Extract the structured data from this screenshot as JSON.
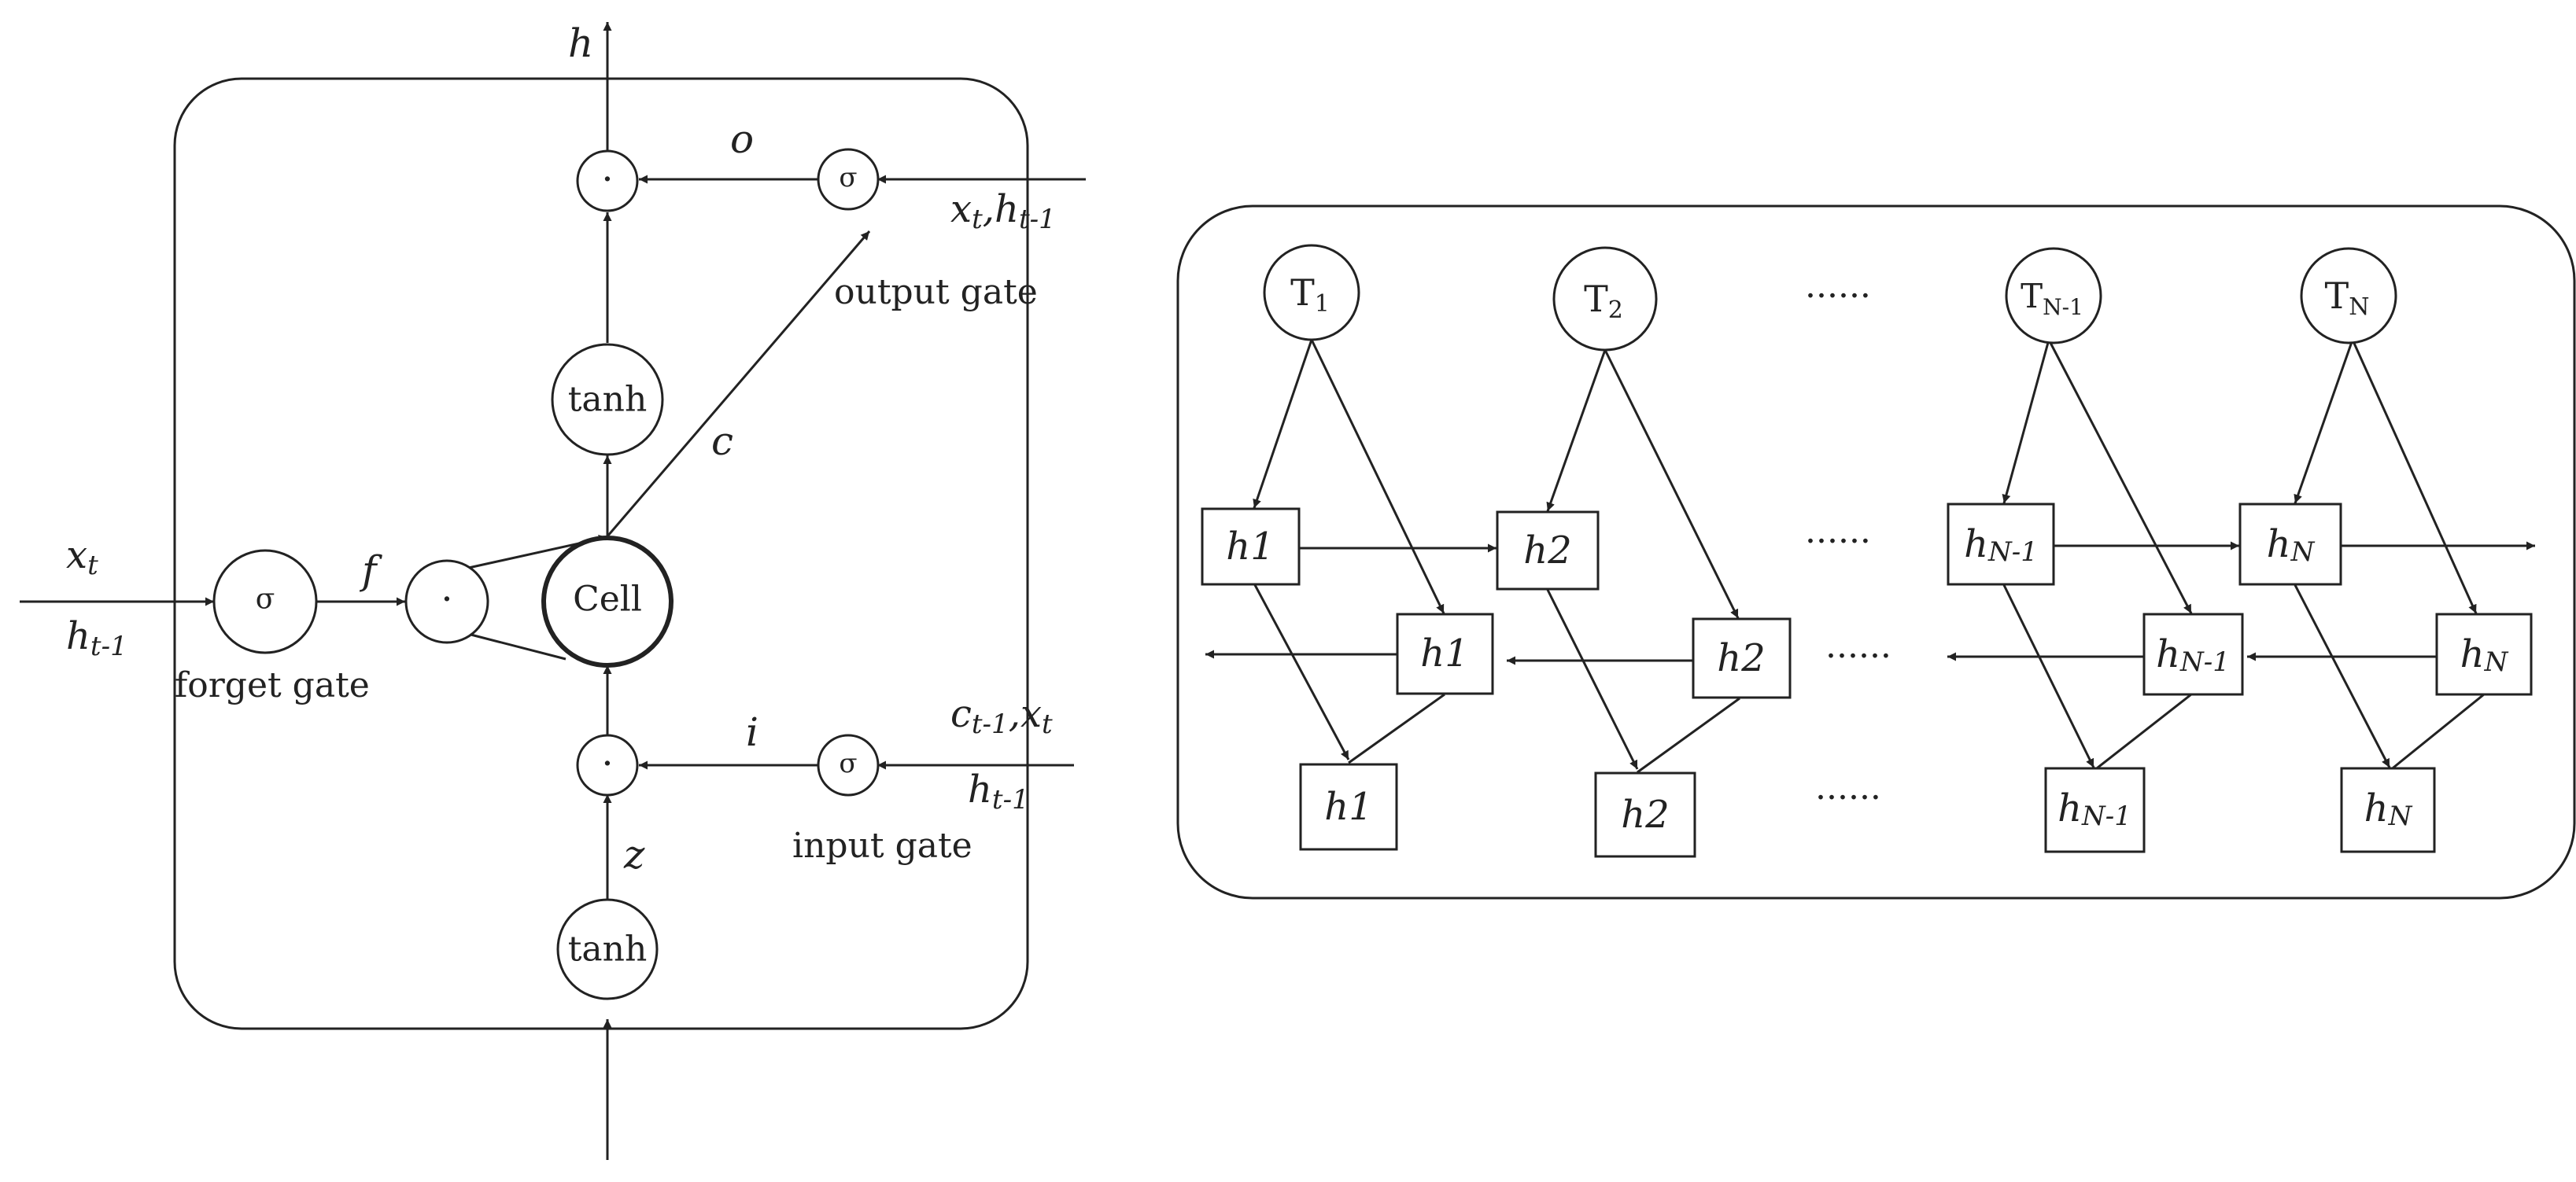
{
  "lstm": {
    "output_h": "h",
    "gate_o": "o",
    "gate_f": "f",
    "gate_i": "i",
    "gate_z": "z",
    "cell_c": "c",
    "sigma": "σ",
    "dot": "·",
    "tanh": "tanh",
    "cell": "Cell",
    "forget_gate": "forget gate",
    "output_gate": "output gate",
    "input_gate": "input gate",
    "in_forget_x": "x",
    "in_forget_x_sub": "t",
    "in_forget_h": "h",
    "in_forget_h_sub": "t-1",
    "in_output_x": "x",
    "in_output_x_sub": "t",
    "in_output_h": "h",
    "in_output_h_sub": "t-1",
    "in_input_c": "c",
    "in_input_c_sub": "t-1",
    "in_input_x": "x",
    "in_input_x_sub": "t",
    "in_input_h": "h",
    "in_input_h_sub": "t-1"
  },
  "bilstm": {
    "ellipsis": "......",
    "t_nodes": [
      {
        "base": "T",
        "sub": "1"
      },
      {
        "base": "T",
        "sub": "2"
      },
      {
        "base": "T",
        "sub": "N-1"
      },
      {
        "base": "T",
        "sub": "N"
      }
    ],
    "forward_boxes": [
      {
        "base": "h",
        "sub": "1"
      },
      {
        "base": "h",
        "sub": "2"
      },
      {
        "base": "h",
        "sub": "N-1"
      },
      {
        "base": "h",
        "sub": "N"
      }
    ],
    "backward_boxes": [
      {
        "base": "h",
        "sub": "1"
      },
      {
        "base": "h",
        "sub": "2"
      },
      {
        "base": "h",
        "sub": "N-1"
      },
      {
        "base": "h",
        "sub": "N"
      }
    ],
    "output_boxes": [
      {
        "base": "h",
        "sub": "1"
      },
      {
        "base": "h",
        "sub": "2"
      },
      {
        "base": "h",
        "sub": "N-1"
      },
      {
        "base": "h",
        "sub": "N"
      }
    ]
  }
}
